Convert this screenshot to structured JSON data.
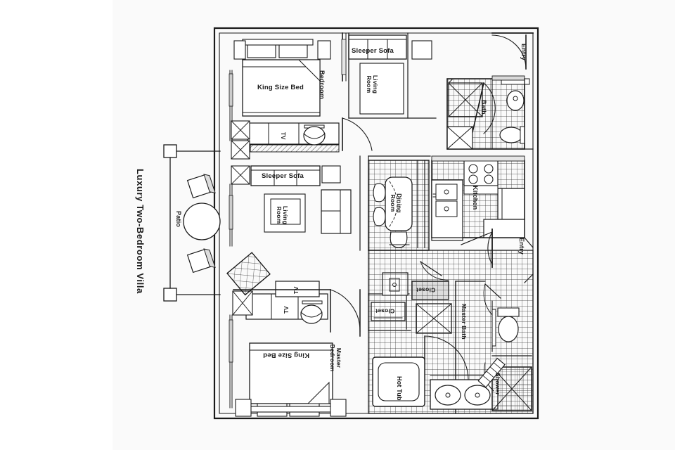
{
  "document": {
    "title": "Luxury Two-Bedroom Villa",
    "type": "architectural-floor-plan",
    "background_color": "#ffffff",
    "canvas_color": "#fafafa",
    "line_color": "#1a1a1a"
  },
  "labels": {
    "title": "Luxury Two-Bedroom Villa",
    "patio": "Patio",
    "bedroom": "Bedroom",
    "king_size_bed_top": "King Size Bed",
    "living_room_top": "Living Room",
    "sleeper_sofa_top": "Sleeper Sofa",
    "tv_bedroom": "TV",
    "bath": "Bath",
    "entry_top": "Entry",
    "entry_right": "Entry",
    "dining_room": "Dining Room",
    "kitchen": "Kitchen",
    "sleeper_sofa_mid": "Sleeper Sofa",
    "living_room_mid": "Living Room",
    "closet_one": "Closet",
    "closet_two": "Closet",
    "master_bath": "Master Bath",
    "master_bedroom": "Master Bedroom",
    "king_size_bed_master": "King Size Bed",
    "tv_master_upper": "TV",
    "tv_master_lower": "TV",
    "hot_tub": "Hot Tub",
    "shower": "Shower"
  },
  "rooms": [
    {
      "name": "Bedroom",
      "label": "Bedroom",
      "features": [
        "King Size Bed",
        "TV"
      ]
    },
    {
      "name": "Living Room (upper)",
      "label": "Living Room",
      "features": [
        "Sleeper Sofa"
      ]
    },
    {
      "name": "Bath",
      "label": "Bath",
      "features": [
        "bathtub",
        "toilet",
        "sink"
      ]
    },
    {
      "name": "Kitchen",
      "label": "Kitchen",
      "features": [
        "sink",
        "stovetop",
        "refrigerator"
      ]
    },
    {
      "name": "Dining Room",
      "label": "Dining Room",
      "features": [
        "table",
        "chairs"
      ]
    },
    {
      "name": "Living Room (mid)",
      "label": "Living Room",
      "features": [
        "Sleeper Sofa"
      ]
    },
    {
      "name": "Master Bedroom",
      "label": "Master Bedroom",
      "features": [
        "King Size Bed",
        "TV",
        "TV"
      ]
    },
    {
      "name": "Master Bath",
      "label": "Master Bath",
      "features": [
        "Hot Tub",
        "Shower",
        "double sinks",
        "toilet"
      ]
    },
    {
      "name": "Closet",
      "label": "Closet",
      "features": []
    },
    {
      "name": "Closet",
      "label": "Closet",
      "features": []
    },
    {
      "name": "Patio",
      "label": "Patio",
      "features": [
        "round table",
        "two chairs"
      ]
    }
  ],
  "entries": [
    {
      "label": "Entry",
      "location": "top-right"
    },
    {
      "label": "Entry",
      "location": "right-middle"
    }
  ]
}
